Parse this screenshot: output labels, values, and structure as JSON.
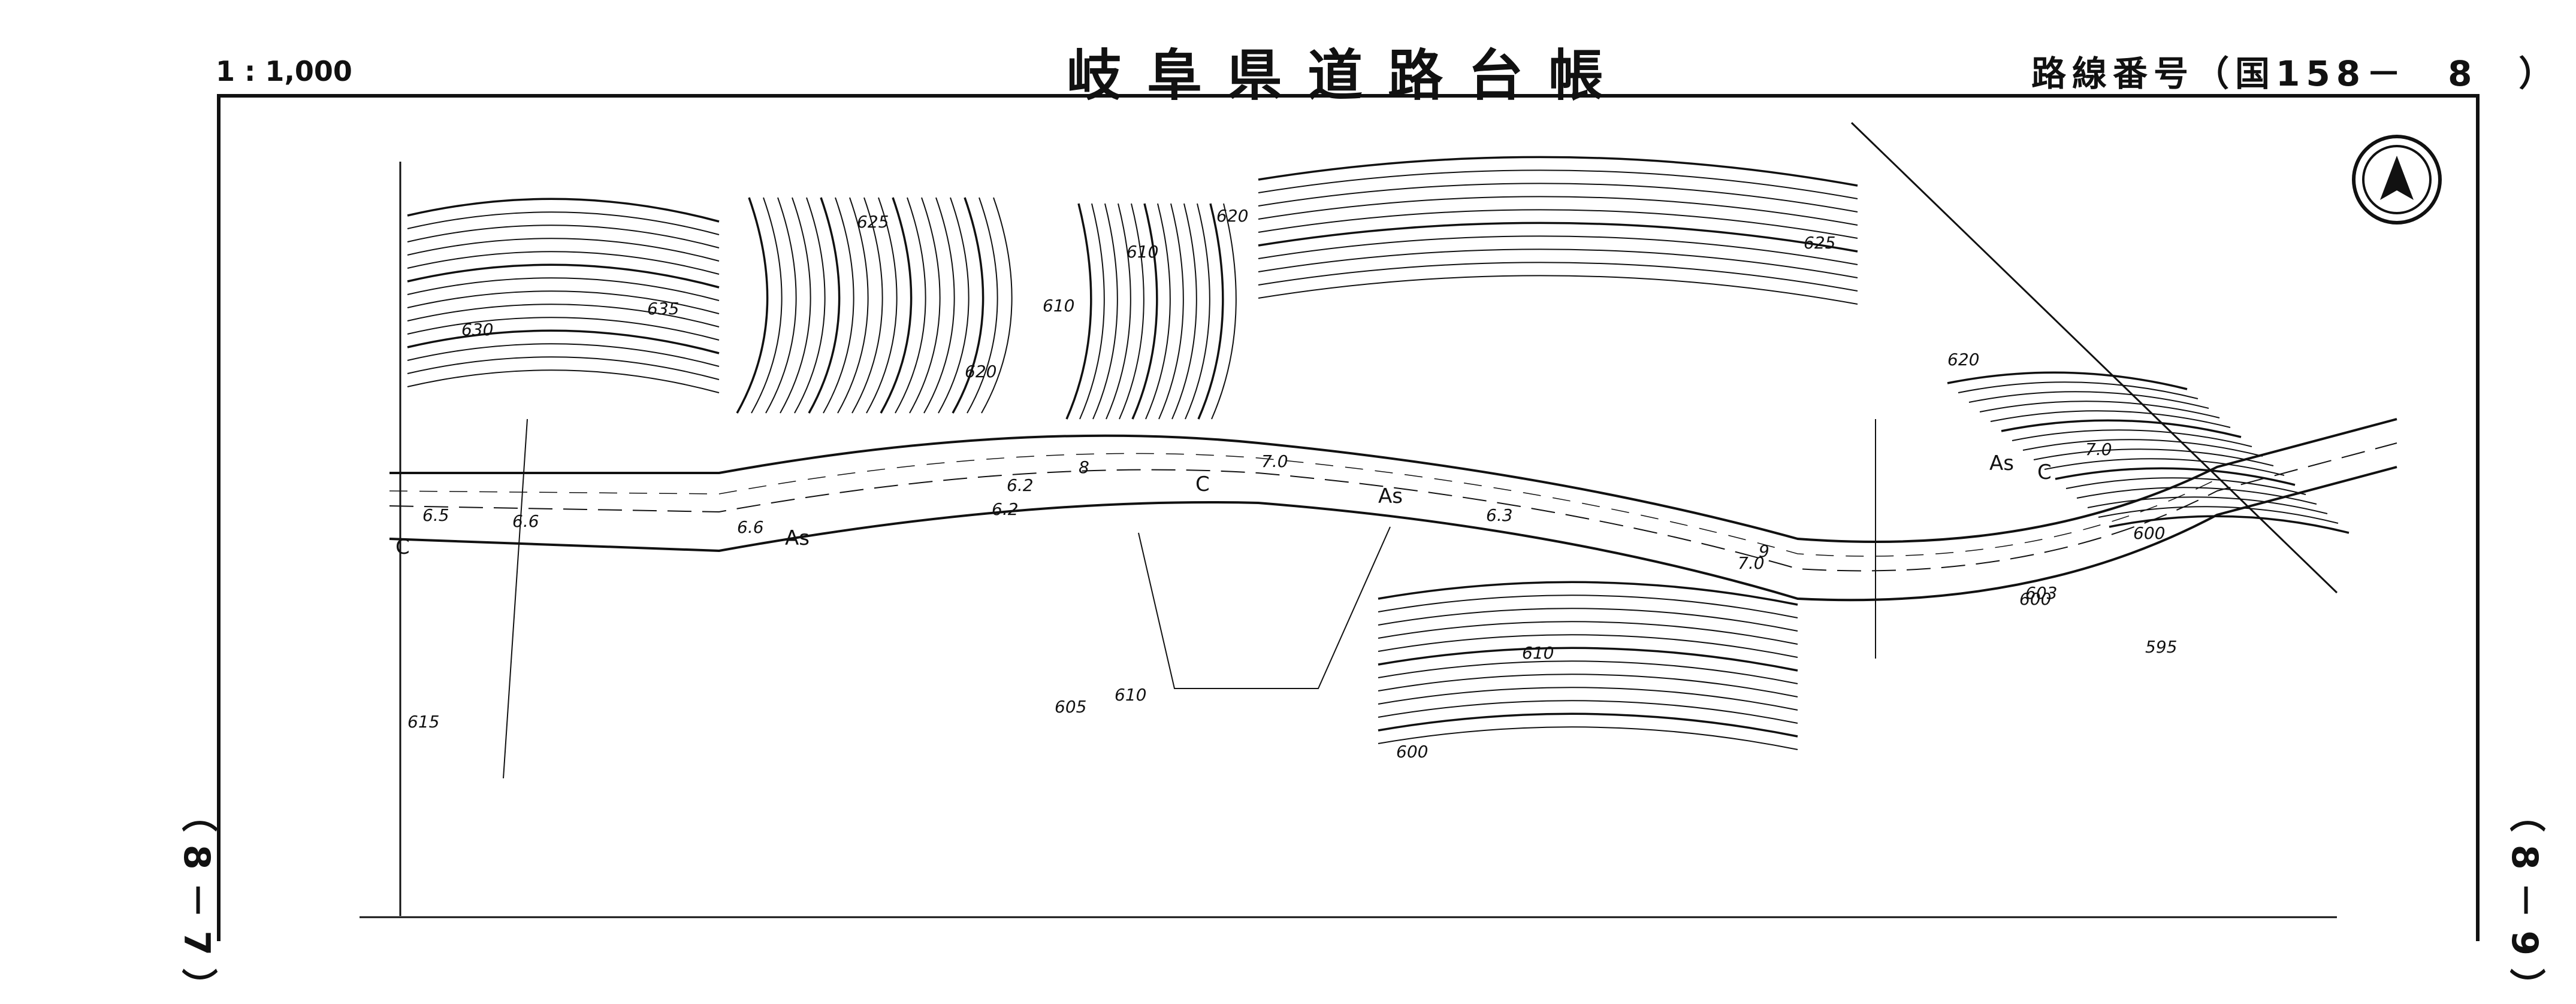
{
  "header": {
    "scale": "1 : 1,000",
    "title": "岐阜県道路台帳",
    "route_number": "路線番号（国158－　8　）"
  },
  "side_labels": {
    "left": "（ 8 － 7 ）",
    "right": "（ 8 － 9 ）"
  },
  "map": {
    "contour_labels": [
      "635",
      "630",
      "625",
      "620",
      "610",
      "610",
      "620",
      "625",
      "620",
      "615",
      "610",
      "605",
      "600",
      "610",
      "600",
      "603",
      "595",
      "600"
    ],
    "road_width_labels": [
      "6.5",
      "6.6",
      "6.6",
      "6.2",
      "6.2",
      "8",
      "7.0",
      "6.3",
      "7.0",
      "9",
      "7.0"
    ],
    "surface_labels": [
      "As",
      "As",
      "As"
    ],
    "curb_labels": [
      "C",
      "C",
      "C"
    ],
    "north_arrow": "north-arrow-icon"
  },
  "colors": {
    "ink": "#111111",
    "paper": "#ffffff"
  }
}
